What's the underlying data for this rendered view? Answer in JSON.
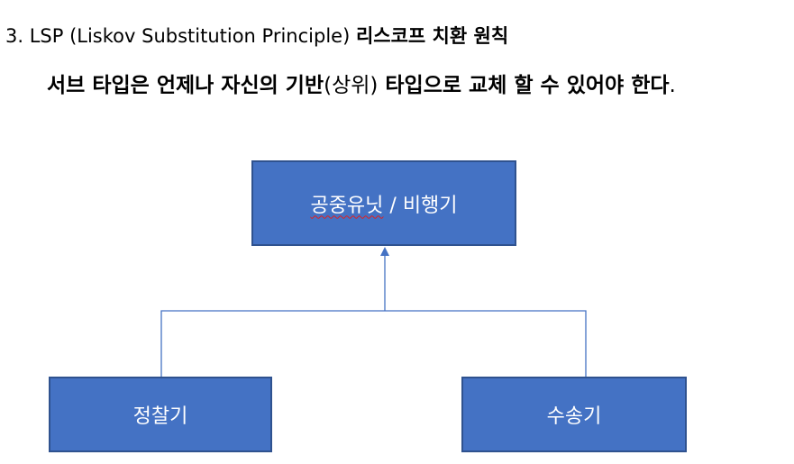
{
  "heading": {
    "prefix": "3. LSP (Liskov Substitution Principle) ",
    "korean": "리스코프 치환 원칙"
  },
  "subheading": {
    "part1": "서브 타입은 언제나 자신의 기반",
    "part2": "(상위)",
    "part3": " 타입으로 교체 할 수 있어야 한다",
    "part4": "."
  },
  "diagram": {
    "parent": {
      "word": "공중유닛",
      "rest": " / 비행기"
    },
    "children": [
      {
        "label": "정찰기"
      },
      {
        "label": "수송기"
      }
    ],
    "colors": {
      "box_fill": "#4472c4",
      "box_border": "#2f528f",
      "connector": "#4472c4"
    }
  }
}
